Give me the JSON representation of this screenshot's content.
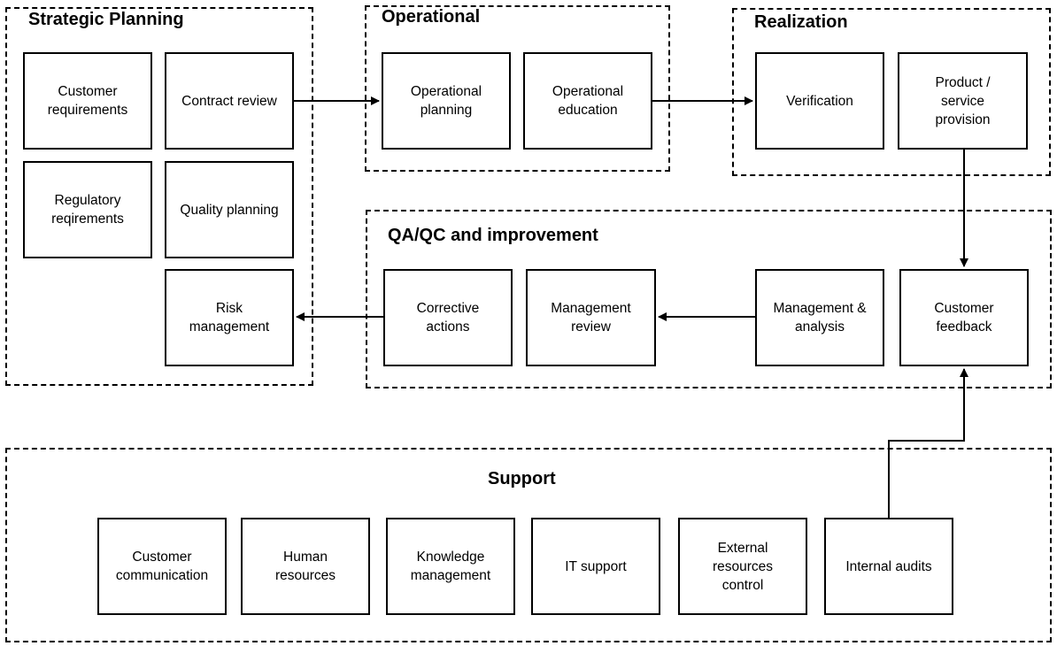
{
  "groups": {
    "strategic": {
      "title": "Strategic Planning",
      "nodes": {
        "customer_requirements": "Customer\nrequirements",
        "contract_review": "Contract review",
        "regulatory_requirements": "Regulatory\nreqirements",
        "quality_planning": "Quality planning",
        "risk_management": "Risk\nmanagement"
      }
    },
    "operational": {
      "title": "Operational",
      "nodes": {
        "operational_planning": "Operational\nplanning",
        "operational_education": "Operational\neducation"
      }
    },
    "realization": {
      "title": "Realization",
      "nodes": {
        "verification": "Verification",
        "product_service_provision": "Product /\nservice\nprovision"
      }
    },
    "qa_qc": {
      "title": "QA/QC and improvement",
      "nodes": {
        "corrective_actions": "Corrective\nactions",
        "management_review": "Management\nreview",
        "management_analysis": "Management &\nanalysis",
        "customer_feedback": "Customer\nfeedback"
      }
    },
    "support": {
      "title": "Support",
      "nodes": {
        "customer_communication": "Customer\ncommunication",
        "human_resources": "Human\nresources",
        "knowledge_management": "Knowledge\nmanagement",
        "it_support": "IT support",
        "external_resources_control": "External\nresources\ncontrol",
        "internal_audits": "Internal audits"
      }
    }
  },
  "edges": [
    {
      "from": "Contract review",
      "to": "Operational planning"
    },
    {
      "from": "Operational education",
      "to": "Verification"
    },
    {
      "from": "Product / service provision",
      "to": "Customer feedback"
    },
    {
      "from": "Management & analysis",
      "to": "Management review"
    },
    {
      "from": "Corrective actions",
      "to": "Risk management"
    },
    {
      "from": "Internal audits",
      "to": "Customer feedback"
    }
  ]
}
